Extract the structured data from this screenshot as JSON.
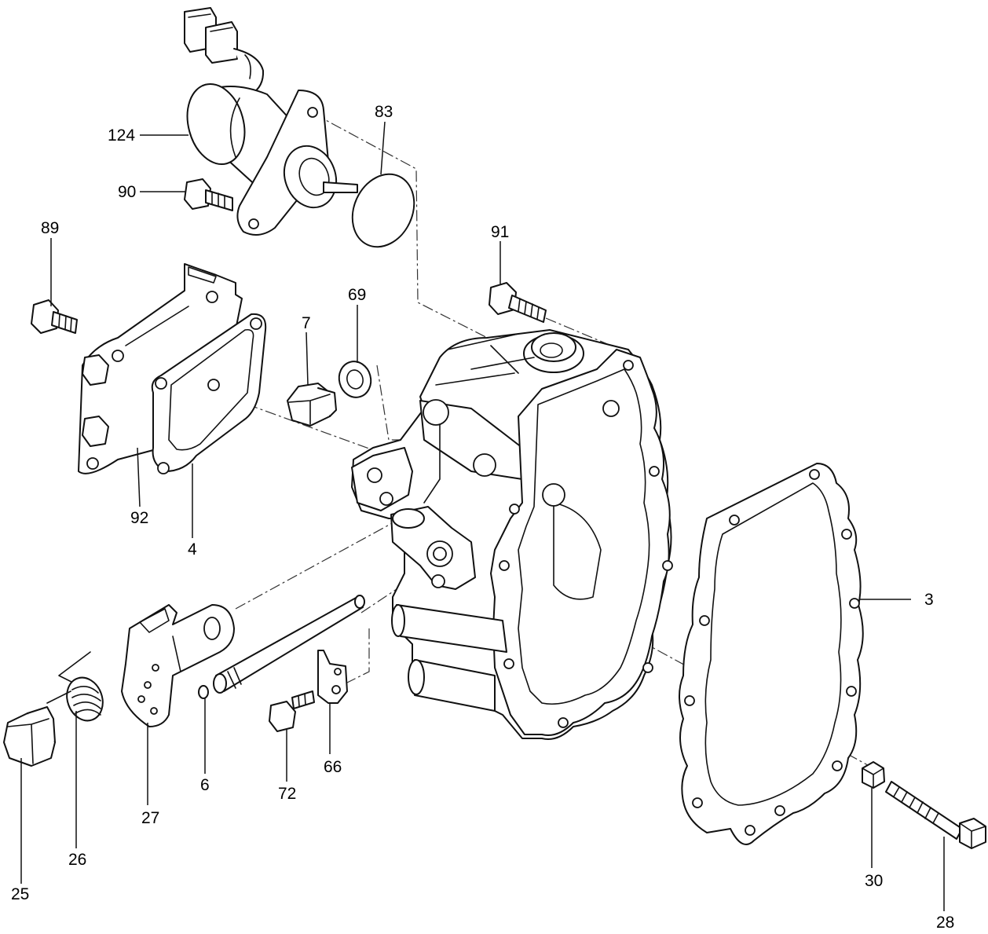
{
  "diagram": {
    "part_numbers": {
      "p124": "124",
      "p83": "83",
      "p90": "90",
      "p89": "89",
      "p91": "91",
      "p69": "69",
      "p7": "7",
      "p92": "92",
      "p4": "4",
      "p3": "3",
      "p25": "25",
      "p26": "26",
      "p27": "27",
      "p6": "6",
      "p72": "72",
      "p66": "66",
      "p30": "30",
      "p28": "28"
    }
  }
}
